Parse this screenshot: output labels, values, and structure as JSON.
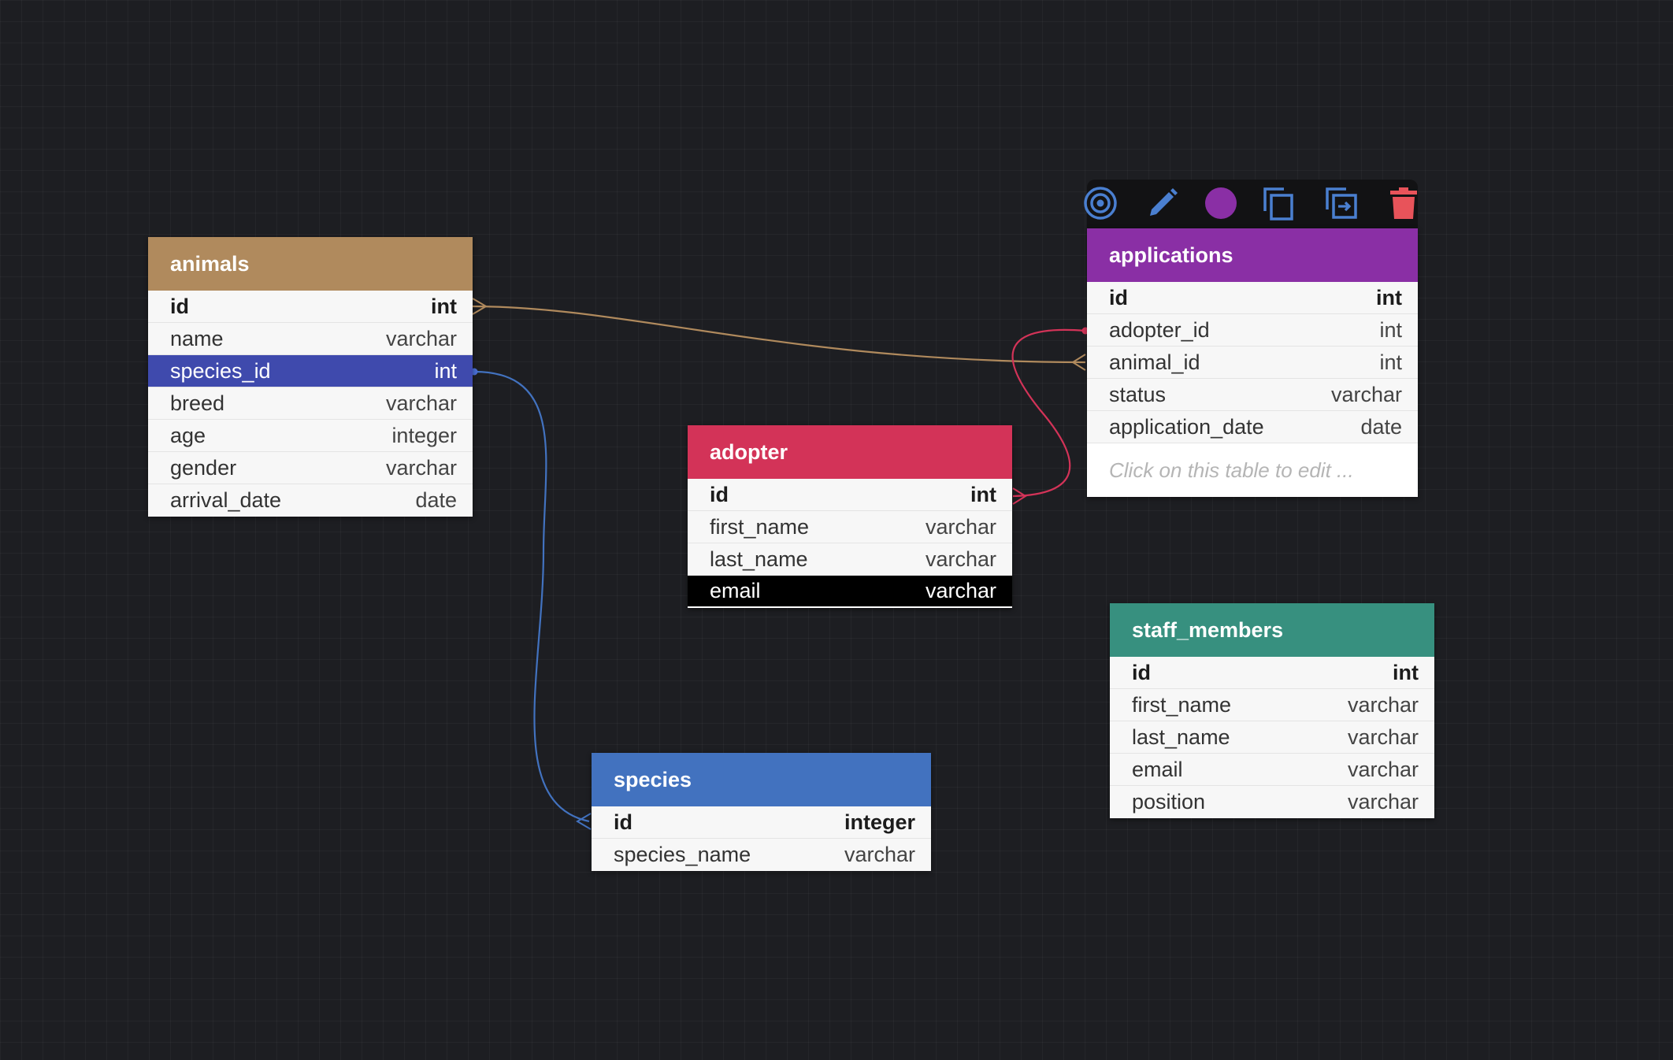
{
  "colors": {
    "background": "#1d1e22",
    "animals": "#b08a5d",
    "applications": "#8a2fa5",
    "adopter": "#d33358",
    "species": "#4272bf",
    "staff_members": "#37907f",
    "highlight_row": "#3f4aad",
    "toolbar_icon": "#4a7fd0",
    "delete_icon": "#e8535a"
  },
  "toolbar": {
    "icons": [
      "target-icon",
      "pencil-icon",
      "color-dot-icon",
      "copy-icon",
      "duplicate-icon",
      "trash-icon"
    ]
  },
  "tables": {
    "animals": {
      "name": "animals",
      "fields": [
        {
          "name": "id",
          "type": "int"
        },
        {
          "name": "name",
          "type": "varchar"
        },
        {
          "name": "species_id",
          "type": "int"
        },
        {
          "name": "breed",
          "type": "varchar"
        },
        {
          "name": "age",
          "type": "integer"
        },
        {
          "name": "gender",
          "type": "varchar"
        },
        {
          "name": "arrival_date",
          "type": "date"
        }
      ]
    },
    "applications": {
      "name": "applications",
      "fields": [
        {
          "name": "id",
          "type": "int"
        },
        {
          "name": "adopter_id",
          "type": "int"
        },
        {
          "name": "animal_id",
          "type": "int"
        },
        {
          "name": "status",
          "type": "varchar"
        },
        {
          "name": "application_date",
          "type": "date"
        }
      ],
      "hint": "Click on this table to edit ..."
    },
    "adopter": {
      "name": "adopter",
      "fields": [
        {
          "name": "id",
          "type": "int"
        },
        {
          "name": "first_name",
          "type": "varchar"
        },
        {
          "name": "last_name",
          "type": "varchar"
        },
        {
          "name": "email",
          "type": "varchar"
        }
      ]
    },
    "species": {
      "name": "species",
      "fields": [
        {
          "name": "id",
          "type": "integer"
        },
        {
          "name": "species_name",
          "type": "varchar"
        }
      ]
    },
    "staff_members": {
      "name": "staff_members",
      "fields": [
        {
          "name": "id",
          "type": "int"
        },
        {
          "name": "first_name",
          "type": "varchar"
        },
        {
          "name": "last_name",
          "type": "varchar"
        },
        {
          "name": "email",
          "type": "varchar"
        },
        {
          "name": "position",
          "type": "varchar"
        }
      ]
    }
  }
}
